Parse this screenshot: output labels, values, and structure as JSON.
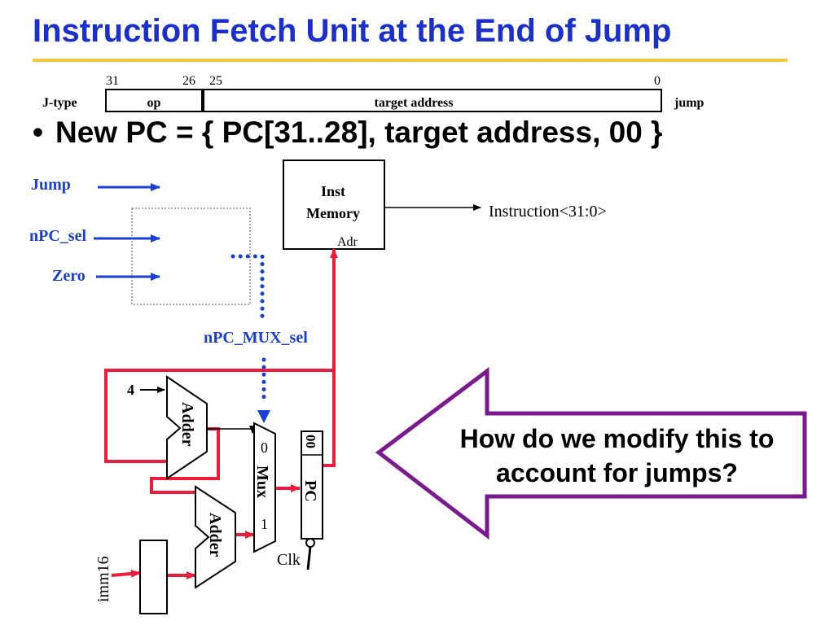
{
  "title": "Instruction Fetch Unit at the End of  Jump",
  "bullet": "New PC = { PC[31..28], target address, 00 }",
  "bullet_marker": "•",
  "format": {
    "bit_31": "31",
    "bit_26": "26",
    "bit_25": "25",
    "bit_0": "0",
    "type_label": "J-type",
    "op_field": "op",
    "target_field": "target address",
    "instruction_name": "jump"
  },
  "signals": {
    "jump": "Jump",
    "npc_sel": "nPC_sel",
    "zero": "Zero",
    "npc_mux_sel": "nPC_MUX_sel",
    "instruction": "Instruction<31:0>",
    "imm16": "imm16",
    "clk": "Clk",
    "four": "4"
  },
  "components": {
    "inst_memory_line1": "Inst",
    "inst_memory_line2": "Memory",
    "adr": "Adr",
    "adder": "Adder",
    "mux": "Mux",
    "mux_in0": "0",
    "mux_in1": "1",
    "pc": "PC",
    "pc_low_bits": "00"
  },
  "callout": "How do we modify this to account for jumps?",
  "colors": {
    "title": "#1a2fcc",
    "title_rule": "#f2cb3c",
    "control_signal": "#1a3fd6",
    "datapath": "#ee1c3a",
    "callout_outline": "#7b1a8f"
  }
}
